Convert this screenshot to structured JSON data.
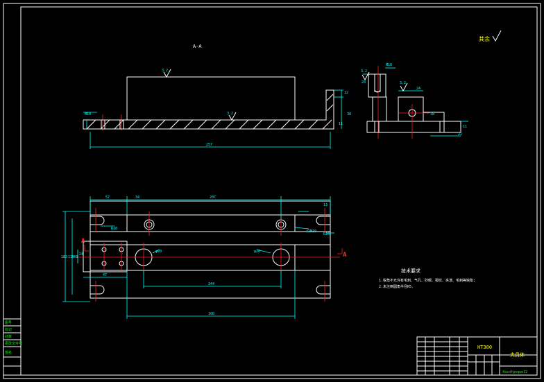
{
  "section_title": "A-A",
  "surface_note": "其余",
  "roughness": "3.2",
  "section_marker": "A",
  "dimensions": {
    "top_h1": "12",
    "top_h2": "11",
    "top_h3": "38",
    "top_len": "257",
    "top_left": "M10",
    "side_top": "M10",
    "side_w": "24",
    "side_h1": "38",
    "side_h2": "11",
    "side_len": "22",
    "side_left": "20",
    "plan_d1": "57",
    "plan_d2": "34",
    "plan_d3": "207",
    "plan_d4": "13",
    "plan_r": "R10",
    "plan_hole": "4XM10",
    "plan_right": "R20",
    "plan_h": "183",
    "plan_h2": "110",
    "plan_h3": "43",
    "plan_h4": "24",
    "plan_w1": "47",
    "plan_center": "344",
    "plan_total": "108",
    "plan_phi1": "φ20",
    "plan_phi2": "φ20"
  },
  "tech_req": {
    "title": "技术要求",
    "item1": "1.锐角不允许有毛刺、气孔、砂眼、裂纹、夹渣、毛刺等缺陷;",
    "item2": "2.未注倒圆角半径R5."
  },
  "title_block": {
    "material": "HT300",
    "part_name": "夹具体",
    "code": "4asdfgnqwe12"
  },
  "side_labels": [
    "图号",
    "标记",
    "处数",
    "更改文件号",
    "签名"
  ]
}
